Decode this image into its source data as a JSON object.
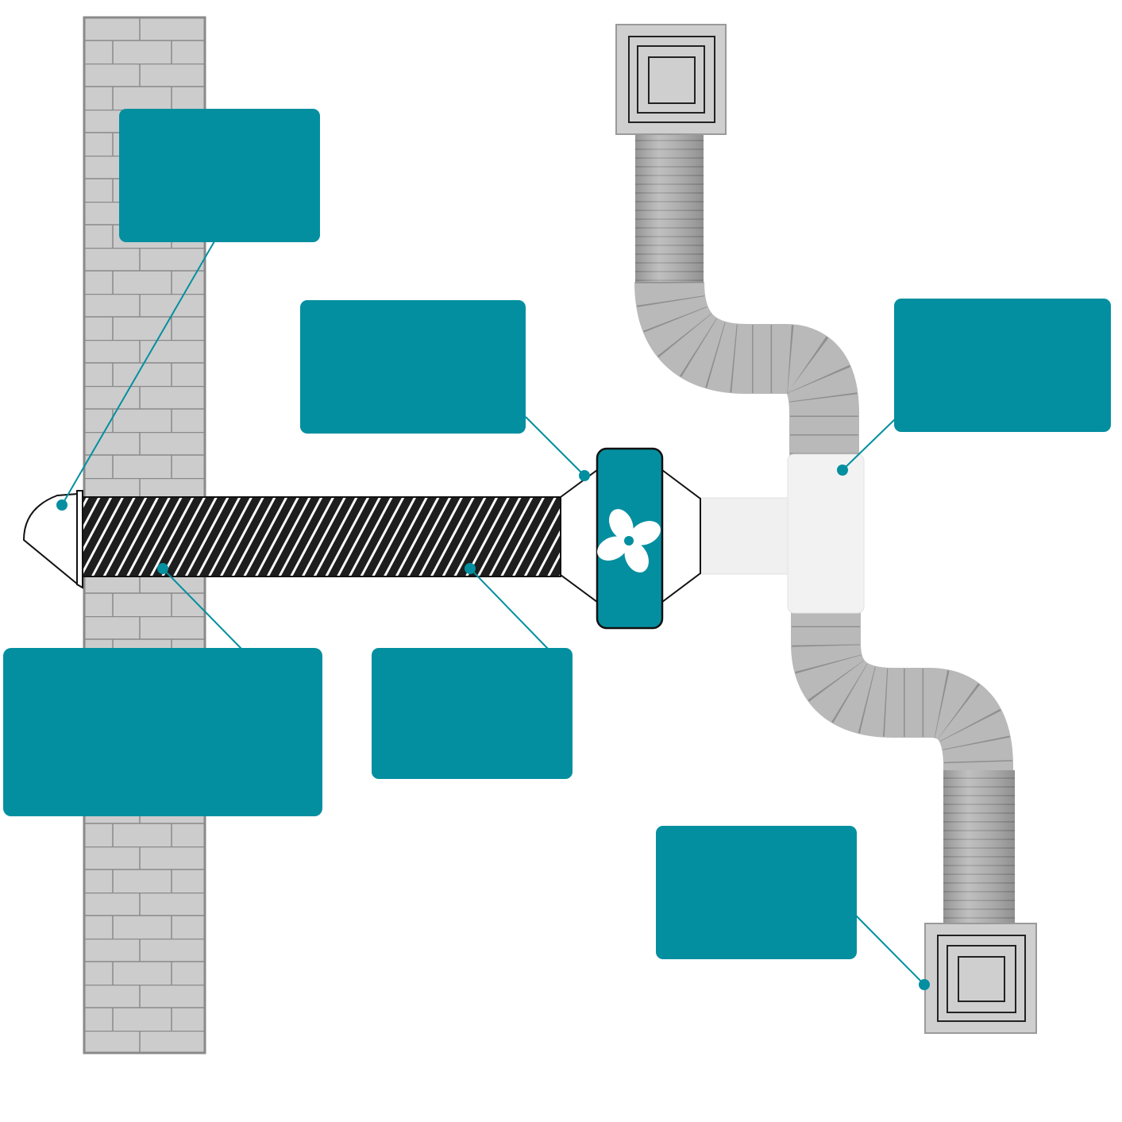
{
  "colors": {
    "callout": "#048fa0",
    "wall_fill": "#cccccc",
    "wall_mortar": "#8a8a8a",
    "duct_flex": "#b4b4b4",
    "duct_rib": "#8f8f8f",
    "duct_light": "#e6e6e6",
    "tee": "#f2f2f2",
    "grille_fill": "#cfcfcf",
    "grille_stroke": "#222222",
    "fan_body": "#048fa0",
    "fan_blade": "#ffffff",
    "hatch_dark": "#1e1e1e",
    "hatch_line": "#ffffff"
  },
  "callouts": [
    {
      "id": "wall-vent",
      "text": ""
    },
    {
      "id": "fan",
      "text": ""
    },
    {
      "id": "tee-connector",
      "text": ""
    },
    {
      "id": "wall-sleeve",
      "text": ""
    },
    {
      "id": "insulated-duct",
      "text": ""
    },
    {
      "id": "ceiling-diffuser",
      "text": ""
    }
  ],
  "icons": [
    "fan-icon",
    "wall-vent-icon",
    "ceiling-diffuser-icon"
  ]
}
